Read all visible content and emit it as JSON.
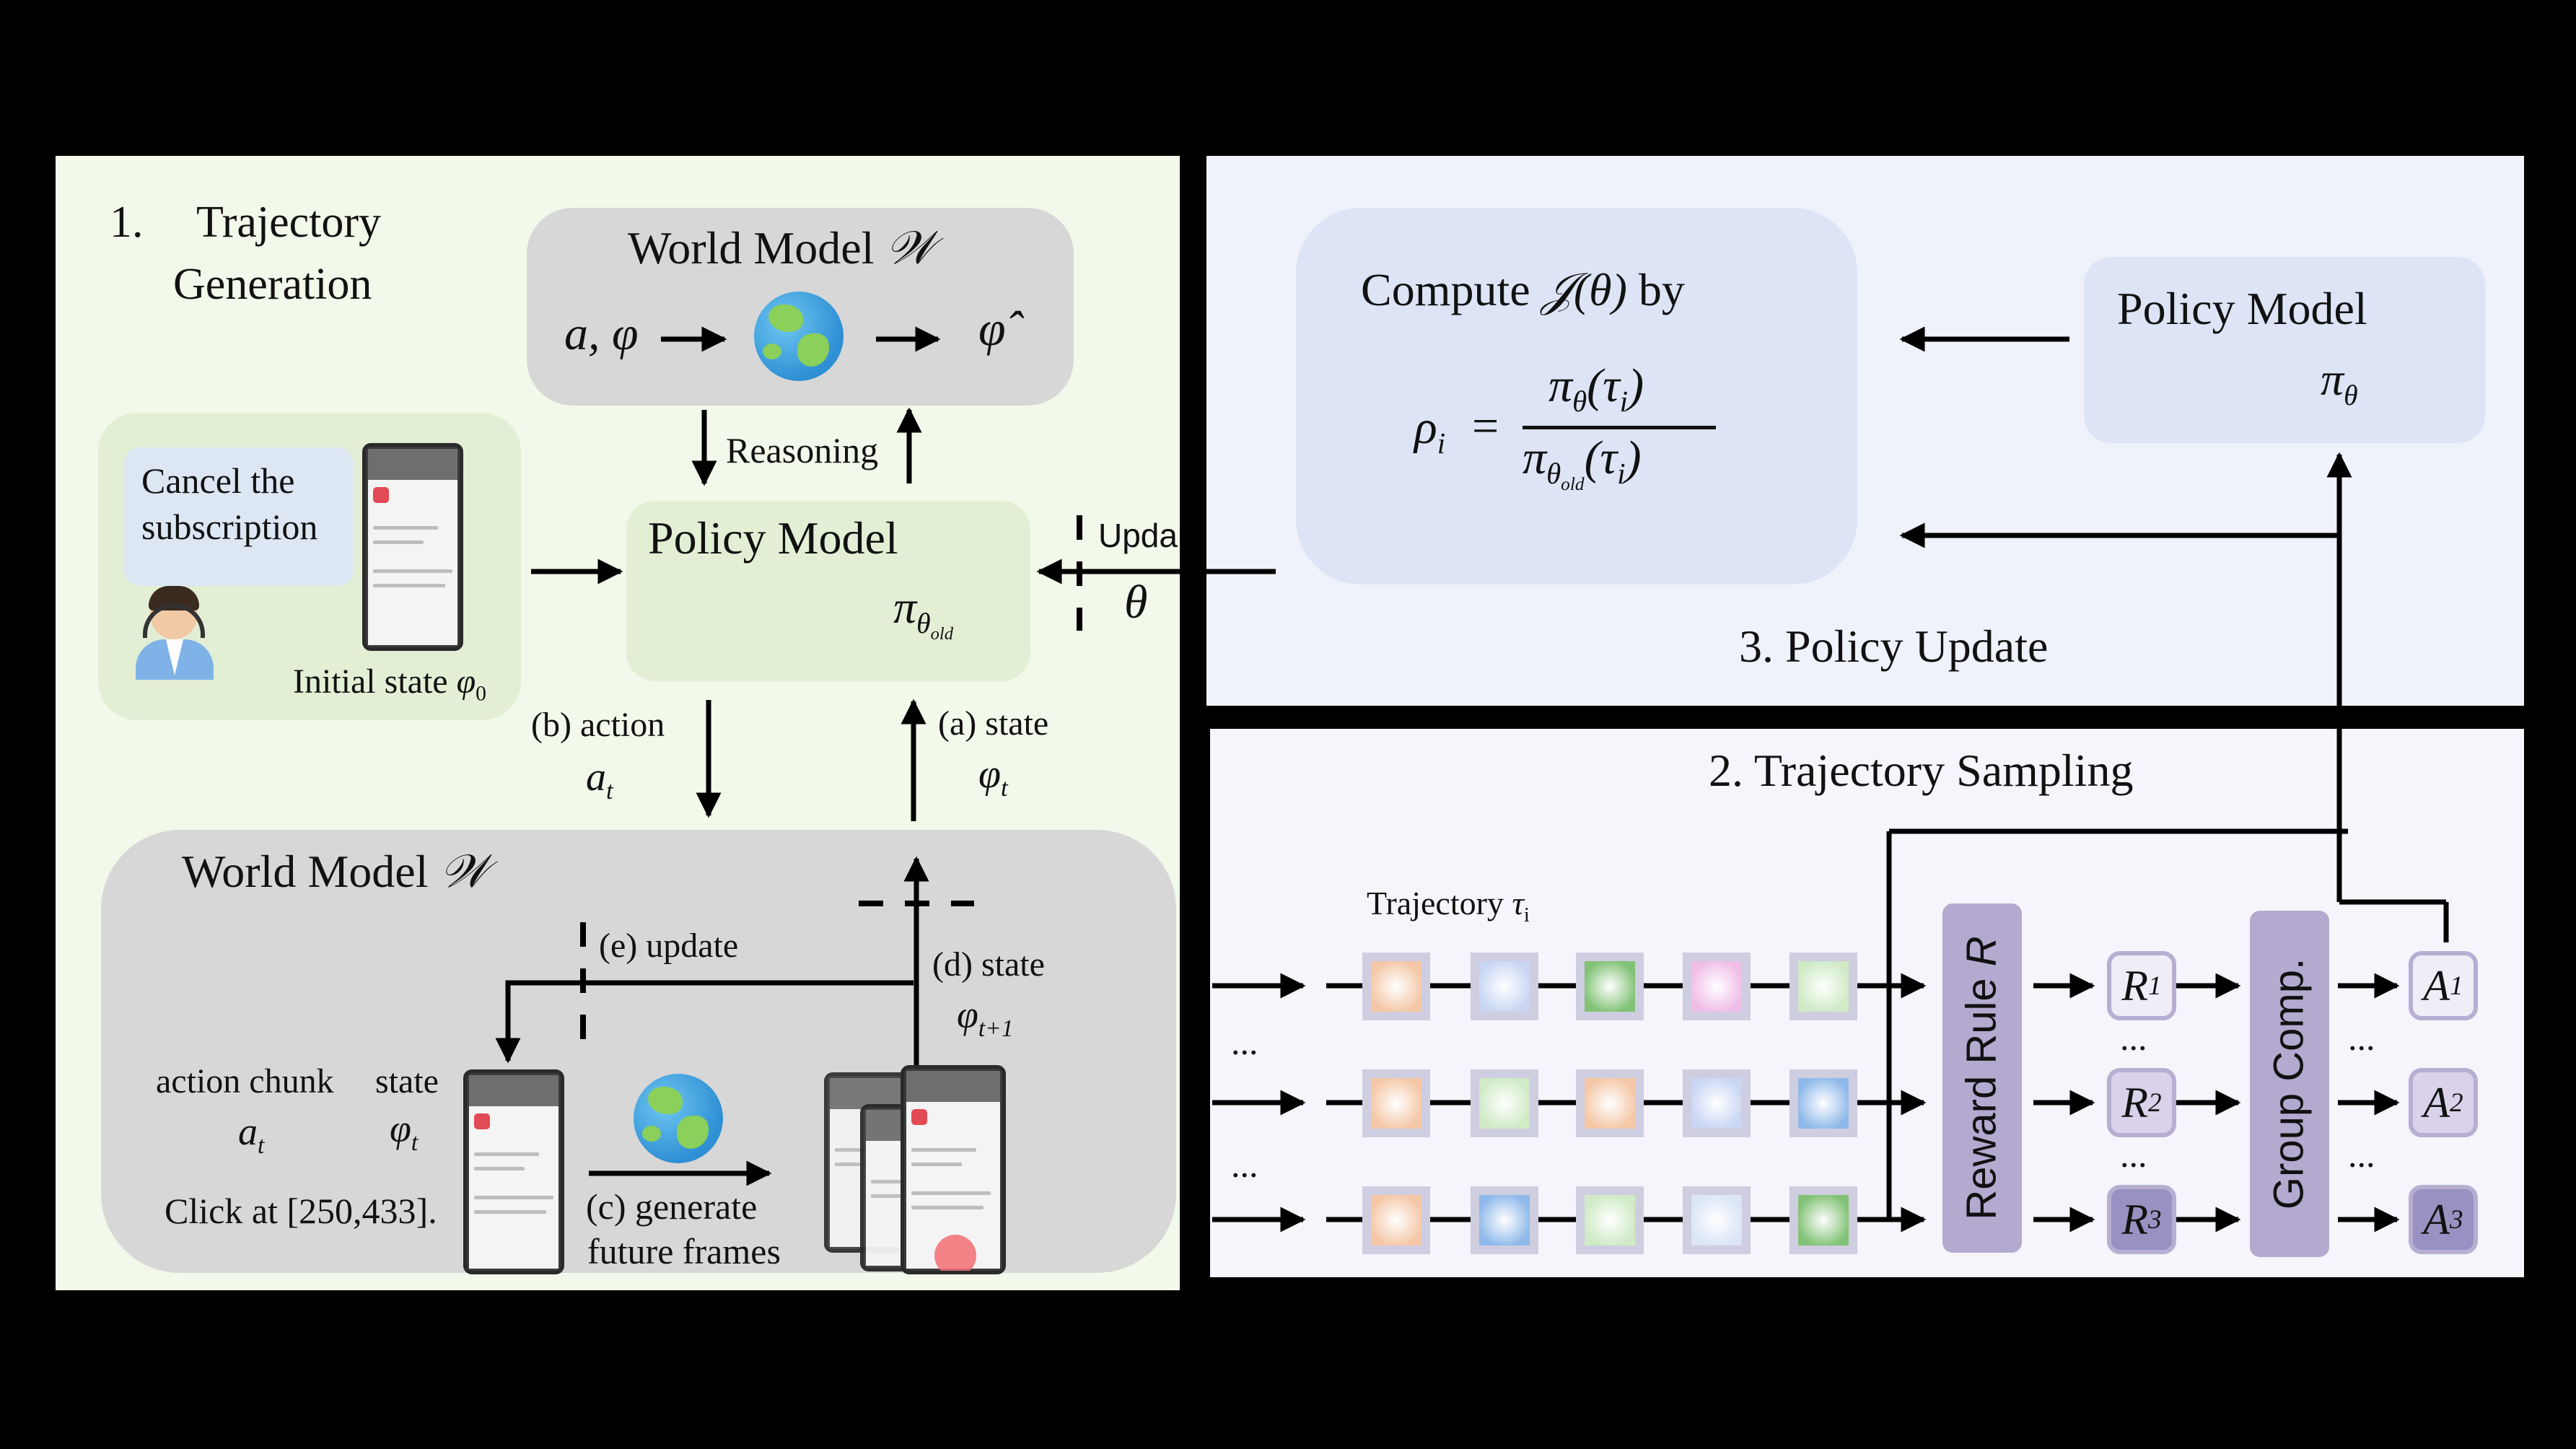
{
  "colors": {
    "background": "#000000",
    "panel1_bg": "#f2f8ea",
    "panel2_bg": "#f5f5fb",
    "panel3_bg": "#eff2fa",
    "world_model_box": "#d7d7d7",
    "policy_box_green": "#e2efd5",
    "compute_box": "#dce4f5",
    "policy_box_blue": "#dce4f5",
    "reward_bar": "#b4aad0"
  },
  "icons": [
    "globe-icon",
    "headset-user-icon",
    "phone-screenshot"
  ],
  "panel1": {
    "title_num": "1.",
    "title_line1": "Trajectory",
    "title_line2": "Generation",
    "world_model_top": {
      "title": "World Model",
      "symbol": "𝒲",
      "input": "a, φ",
      "output": "φ̂"
    },
    "reasoning_label": "Reasoning",
    "task_text_line1": "Cancel the",
    "task_text_line2": "subscription",
    "initial_state_label": "Initial state",
    "initial_state_symbol": "φ",
    "initial_state_sub": "0",
    "policy_model": {
      "title": "Policy Model",
      "symbol": "π",
      "sub": "θ",
      "subsub": "old"
    },
    "update_label": "Upda",
    "theta_label": "θ",
    "b_action": "(b) action",
    "a_t": "a",
    "a_t_sub": "t",
    "a_state": "(a) state",
    "phi_t": "φ",
    "phi_t_sub": "t",
    "world_model_bottom": {
      "title": "World Model",
      "symbol": "𝒲",
      "e_update": "(e) update",
      "d_state": "(d) state",
      "phi_t1": "φ",
      "phi_t1_sub": "t+1",
      "action_chunk": "action chunk",
      "state": "state",
      "a_t": "a",
      "a_t_sub": "t",
      "phi_t": "φ",
      "phi_t_sub": "t",
      "click_text": "Click at [250,433].",
      "c_generate_line1": "(c) generate",
      "c_generate_line2": "future frames"
    }
  },
  "panel3": {
    "compute_line1": "Compute",
    "compute_J": "𝒥(θ)",
    "compute_by": "by",
    "rho": "ρ",
    "rho_sub": "i",
    "equals": "=",
    "numerator": "π",
    "numerator_sub": "θ",
    "numerator_arg": "(τ",
    "numerator_arg_sub": "i",
    "denominator": "π",
    "denominator_sub": "θ",
    "denominator_subsub": "old",
    "denominator_arg": "(τ",
    "denominator_arg_sub": "i",
    "close_paren": ")",
    "policy_title": "Policy Model",
    "policy_symbol": "π",
    "policy_sub": "θ",
    "title": "3. Policy Update"
  },
  "panel2": {
    "title": "2. Trajectory Sampling",
    "trajectory_label": "Trajectory",
    "tau": "τ",
    "tau_sub": "i",
    "ellipsis": "...",
    "reward_rule": "Reward Rule",
    "reward_symbol": "R",
    "group_comp": "Group Comp.",
    "rewards": [
      {
        "letter": "R",
        "sub": "1",
        "fill": "#efedf6"
      },
      {
        "letter": "R",
        "sub": "2",
        "fill": "#d9d2ea"
      },
      {
        "letter": "R",
        "sub": "3",
        "fill": "#9a91c2"
      }
    ],
    "advantages": [
      {
        "letter": "A",
        "sub": "1",
        "fill": "#efedf6"
      },
      {
        "letter": "A",
        "sub": "2",
        "fill": "#d9d2ea"
      },
      {
        "letter": "A",
        "sub": "3",
        "fill": "#9a91c2"
      }
    ],
    "rows": [
      [
        "#f4c7a6",
        "#c9d6f4",
        "#82c276",
        "#f0bde8",
        "#cfeac5"
      ],
      [
        "#f4c7a6",
        "#cfeac5",
        "#f4c7a6",
        "#c9d6f4",
        "#8fb9ea"
      ],
      [
        "#f4c7a6",
        "#8fb9ea",
        "#cfeac5",
        "#dbe5f7",
        "#82c276"
      ]
    ]
  }
}
